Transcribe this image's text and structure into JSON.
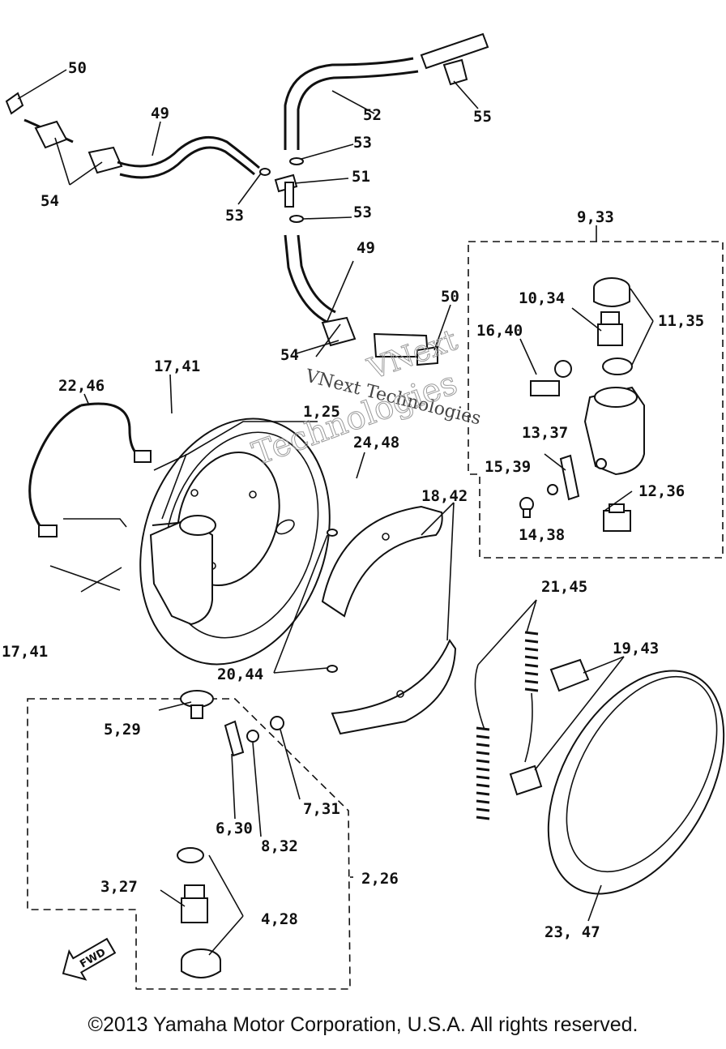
{
  "callouts": {
    "c50a": "50",
    "c49a": "49",
    "c52": "52",
    "c55": "55",
    "c53a": "53",
    "c51": "51",
    "c54a": "54",
    "c53b": "53",
    "c53c": "53",
    "c933": "9,33",
    "c49b": "49",
    "c50b": "50",
    "c1034": "10,34",
    "c1135": "11,35",
    "c1640": "16,40",
    "c1741a": "17,41",
    "c2246": "22,46",
    "c54b": "54",
    "c125": "1,25",
    "c2448": "24,48",
    "c1337": "13,37",
    "c1539": "15,39",
    "c1236": "12,36",
    "c1438": "14,38",
    "c1842": "18,42",
    "c2145": "21,45",
    "c1943": "19,43",
    "c1741b": "17,41",
    "c2044": "20,44",
    "c529": "5,29",
    "c731": "7,31",
    "c832": "8,32",
    "c630": "6,30",
    "c226": "2,26",
    "c327": "3,27",
    "c428": "4,28",
    "c2347": "23, 47"
  },
  "fwd_badge": "FWD",
  "watermark": {
    "line1": "VNext Technologies",
    "line2": "Technologies",
    "line3": "VNext"
  },
  "copyright": "©2013 Yamaha Motor Corporation, U.S.A. All rights reserved."
}
